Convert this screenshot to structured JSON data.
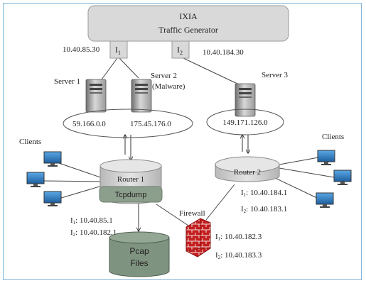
{
  "ixia": {
    "title": "IXIA",
    "subtitle": "Traffic Generator",
    "port1": {
      "label": "I",
      "sub": "1",
      "ip": "10.40.85.30"
    },
    "port2": {
      "label": "I",
      "sub": "2",
      "ip": "10.40.184.30"
    }
  },
  "servers": [
    {
      "label": "Server 1"
    },
    {
      "label": "Server 2"
    },
    {
      "label": "Server 3"
    }
  ],
  "server2_note": "(Malware)",
  "networks": [
    "59.166.0.0",
    "175.45.176.0",
    "149.171.126.0"
  ],
  "clients_labels": [
    "Clients",
    "Clients"
  ],
  "router1": {
    "label": "Router 1",
    "tool": "Tcpdump"
  },
  "router1_ifaces": [
    {
      "label": "I",
      "sub": "1",
      "ip": ": 10.40.85.1"
    },
    {
      "label": "I",
      "sub": "2",
      "ip": ": 10.40.182.1"
    }
  ],
  "router2": {
    "label": "Router 2"
  },
  "router2_ifaces": [
    {
      "label": "I",
      "sub": "1",
      "ip": ": 10.40.184.1"
    },
    {
      "label": "I",
      "sub": "2",
      "ip": ": 10.40.183.1"
    }
  ],
  "firewall": {
    "label": "Firewall"
  },
  "firewall_ifaces": [
    {
      "label": "I",
      "sub": "1",
      "ip": ": 10.40.182.3"
    },
    {
      "label": "I",
      "sub": "2",
      "ip": ": 10.40.183.3"
    }
  ],
  "pcap": {
    "line1": "Pcap",
    "line2": "Files"
  },
  "colors": {
    "generator": "#d9d9d9",
    "router": "#d6d6d6",
    "tcpdump": "#8c9e8c",
    "pcap": "#7f9480",
    "firewall": "#cc1f1f",
    "monitor": "#2f7fc1",
    "frame": "#7fb3d9"
  },
  "icons": [
    "server-icon",
    "monitor-icon",
    "firewall-icon",
    "database-icon"
  ]
}
